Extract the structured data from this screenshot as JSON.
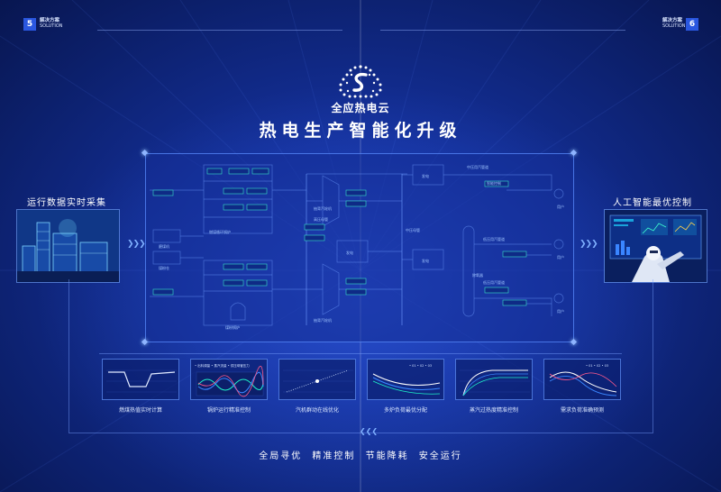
{
  "header": {
    "left": {
      "page": "5",
      "title": "解决方案",
      "subtitle": "SOLUTION"
    },
    "right": {
      "page": "6",
      "title": "解决方案",
      "subtitle": "SOLUTION"
    }
  },
  "brand": {
    "name": "全应热电云"
  },
  "title": "热电生产智能化升级",
  "left_panel": {
    "title": "运行数据实时采集"
  },
  "right_panel": {
    "title": "人工智能最优控制"
  },
  "diagram": {
    "boiler_top": "燃煤循环锅炉",
    "boiler_bottom": "煤粉锅炉",
    "coal_machine": "磨煤机",
    "coal_bunker": "煤粉仓",
    "header_high": "高压母管",
    "header_mid": "中压母管",
    "turbine_top": "抽背汽轮机",
    "turbine_bottom": "抽背汽轮机",
    "gen_top": "发电",
    "gen_mid": "发电",
    "gen_bottom": "发电",
    "mid_pressure_net": "中压用汽管道",
    "low_pressure_net": "低压用汽管道",
    "low_pressure_net2": "低压用汽管道",
    "deaerator": "除氧器",
    "user1": "用户",
    "user2": "用户",
    "user3": "用户",
    "ctrl_box": "智能控制"
  },
  "cards": [
    {
      "label": "燃煤热值实时计算"
    },
    {
      "label": "锅炉运行精准控制",
      "legend": "• 出料调量 • 蒸汽流量 • 供压母管压力"
    },
    {
      "label": "汽机群动在线优化"
    },
    {
      "label": "多炉负荷最优分配",
      "legend": "• 01 • 02 • 03"
    },
    {
      "label": "蒸汽过热度精准控制"
    },
    {
      "label": "需求负荷准确预测",
      "legend": "• 01 • 02 • 03"
    }
  ],
  "bottom_slogan": "全局寻优 精准控制 节能降耗 安全运行",
  "colors": {
    "background": "#14309a",
    "accent": "#2a57e0",
    "line": "#5a8cff",
    "glow": "#1ef0c8"
  }
}
